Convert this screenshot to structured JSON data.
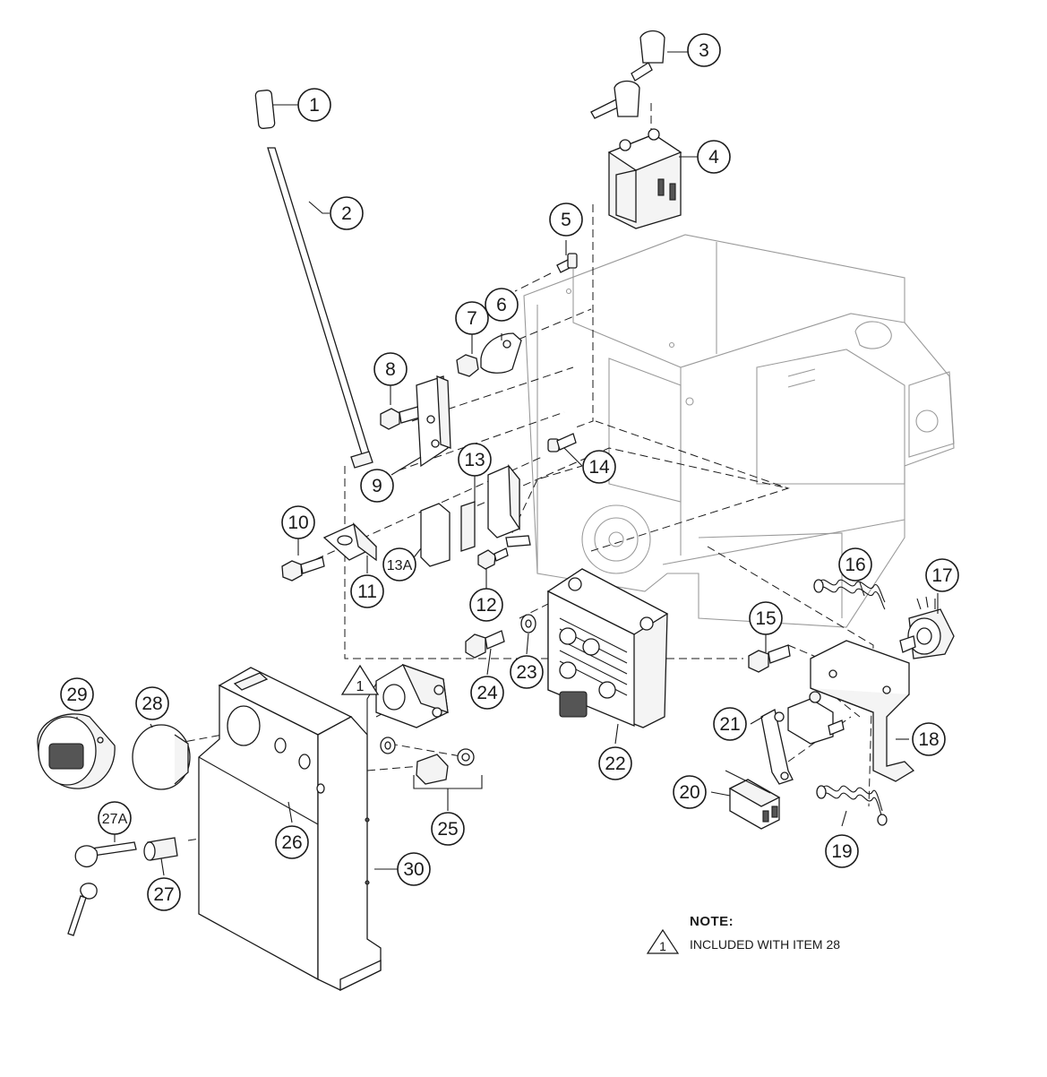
{
  "note": {
    "title": "NOTE:",
    "marker": "1",
    "text": "INCLUDED WITH ITEM 28"
  },
  "callouts": [
    {
      "id": "1"
    },
    {
      "id": "2"
    },
    {
      "id": "3"
    },
    {
      "id": "4"
    },
    {
      "id": "5"
    },
    {
      "id": "6"
    },
    {
      "id": "7"
    },
    {
      "id": "8"
    },
    {
      "id": "9"
    },
    {
      "id": "10"
    },
    {
      "id": "11"
    },
    {
      "id": "12"
    },
    {
      "id": "13"
    },
    {
      "id": "13A"
    },
    {
      "id": "14"
    },
    {
      "id": "15"
    },
    {
      "id": "16"
    },
    {
      "id": "17"
    },
    {
      "id": "18"
    },
    {
      "id": "19"
    },
    {
      "id": "20"
    },
    {
      "id": "21"
    },
    {
      "id": "22"
    },
    {
      "id": "23"
    },
    {
      "id": "24"
    },
    {
      "id": "25"
    },
    {
      "id": "26"
    },
    {
      "id": "27"
    },
    {
      "id": "27A"
    },
    {
      "id": "28"
    },
    {
      "id": "29"
    },
    {
      "id": "30"
    }
  ],
  "triangle_marker": "1"
}
